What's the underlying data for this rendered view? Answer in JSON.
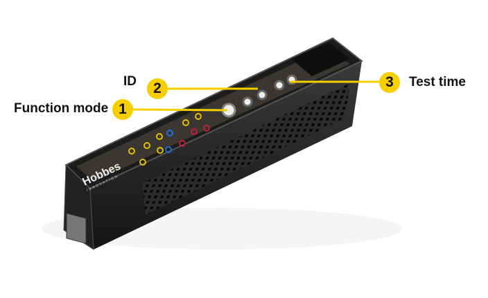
{
  "product": {
    "brand": "Hobbes",
    "brand_sub": "INNOVATION"
  },
  "callouts": [
    {
      "number": "1",
      "label": "Function mode"
    },
    {
      "number": "2",
      "label": "ID"
    },
    {
      "number": "3",
      "label": "Test time"
    }
  ],
  "colors": {
    "callout": "#f5cf00",
    "body": "#2a2a2a",
    "panel": "#3a3631"
  }
}
